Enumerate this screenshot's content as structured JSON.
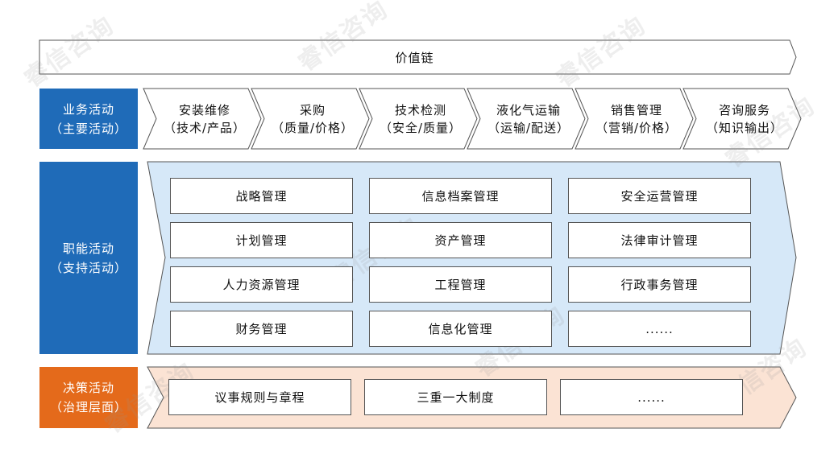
{
  "title": "价值链",
  "primary": {
    "label_line1": "业务活动",
    "label_line2": "（主要活动）",
    "color": "#1f6bb8",
    "items": [
      {
        "line1": "安装维修",
        "line2": "（技术/产品）"
      },
      {
        "line1": "采购",
        "line2": "（质量/价格）"
      },
      {
        "line1": "技术检测",
        "line2": "（安全/质量）"
      },
      {
        "line1": "液化气运输",
        "line2": "（运输/配送）"
      },
      {
        "line1": "销售管理",
        "line2": "（营销/价格）"
      },
      {
        "line1": "咨询服务",
        "line2": "（知识输出）"
      }
    ]
  },
  "support": {
    "label_line1": "职能活动",
    "label_line2": "（支持活动）",
    "color": "#1f6bb8",
    "fill": "#d6e8f8",
    "items": [
      "战略管理",
      "信息档案管理",
      "安全运营管理",
      "计划管理",
      "资产管理",
      "法律审计管理",
      "人力资源管理",
      "工程管理",
      "行政事务管理",
      "财务管理",
      "信息化管理",
      "......"
    ]
  },
  "decision": {
    "label_line1": "决策活动",
    "label_line2": "（治理层面）",
    "color": "#e46a1b",
    "fill": "#fbe3d4",
    "items": [
      "议事规则与章程",
      "三重一大制度",
      "......"
    ]
  },
  "watermark": "睿信咨询"
}
